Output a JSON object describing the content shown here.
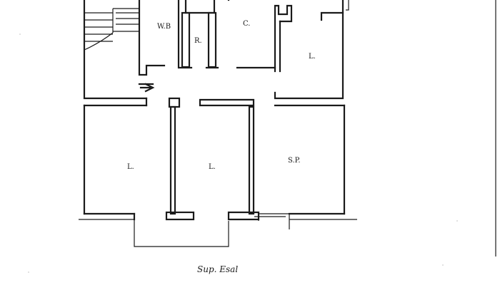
{
  "rooms": {
    "wb": "W.B",
    "c": "C.",
    "r": "R.",
    "l_top_right": "L.",
    "l_bottom_left": "L.",
    "l_bottom_mid": "L.",
    "sp": "S.P."
  },
  "signature": "Sup. Esal",
  "colors": {
    "ink": "#1a1a1a",
    "paper": "#ffffff"
  }
}
